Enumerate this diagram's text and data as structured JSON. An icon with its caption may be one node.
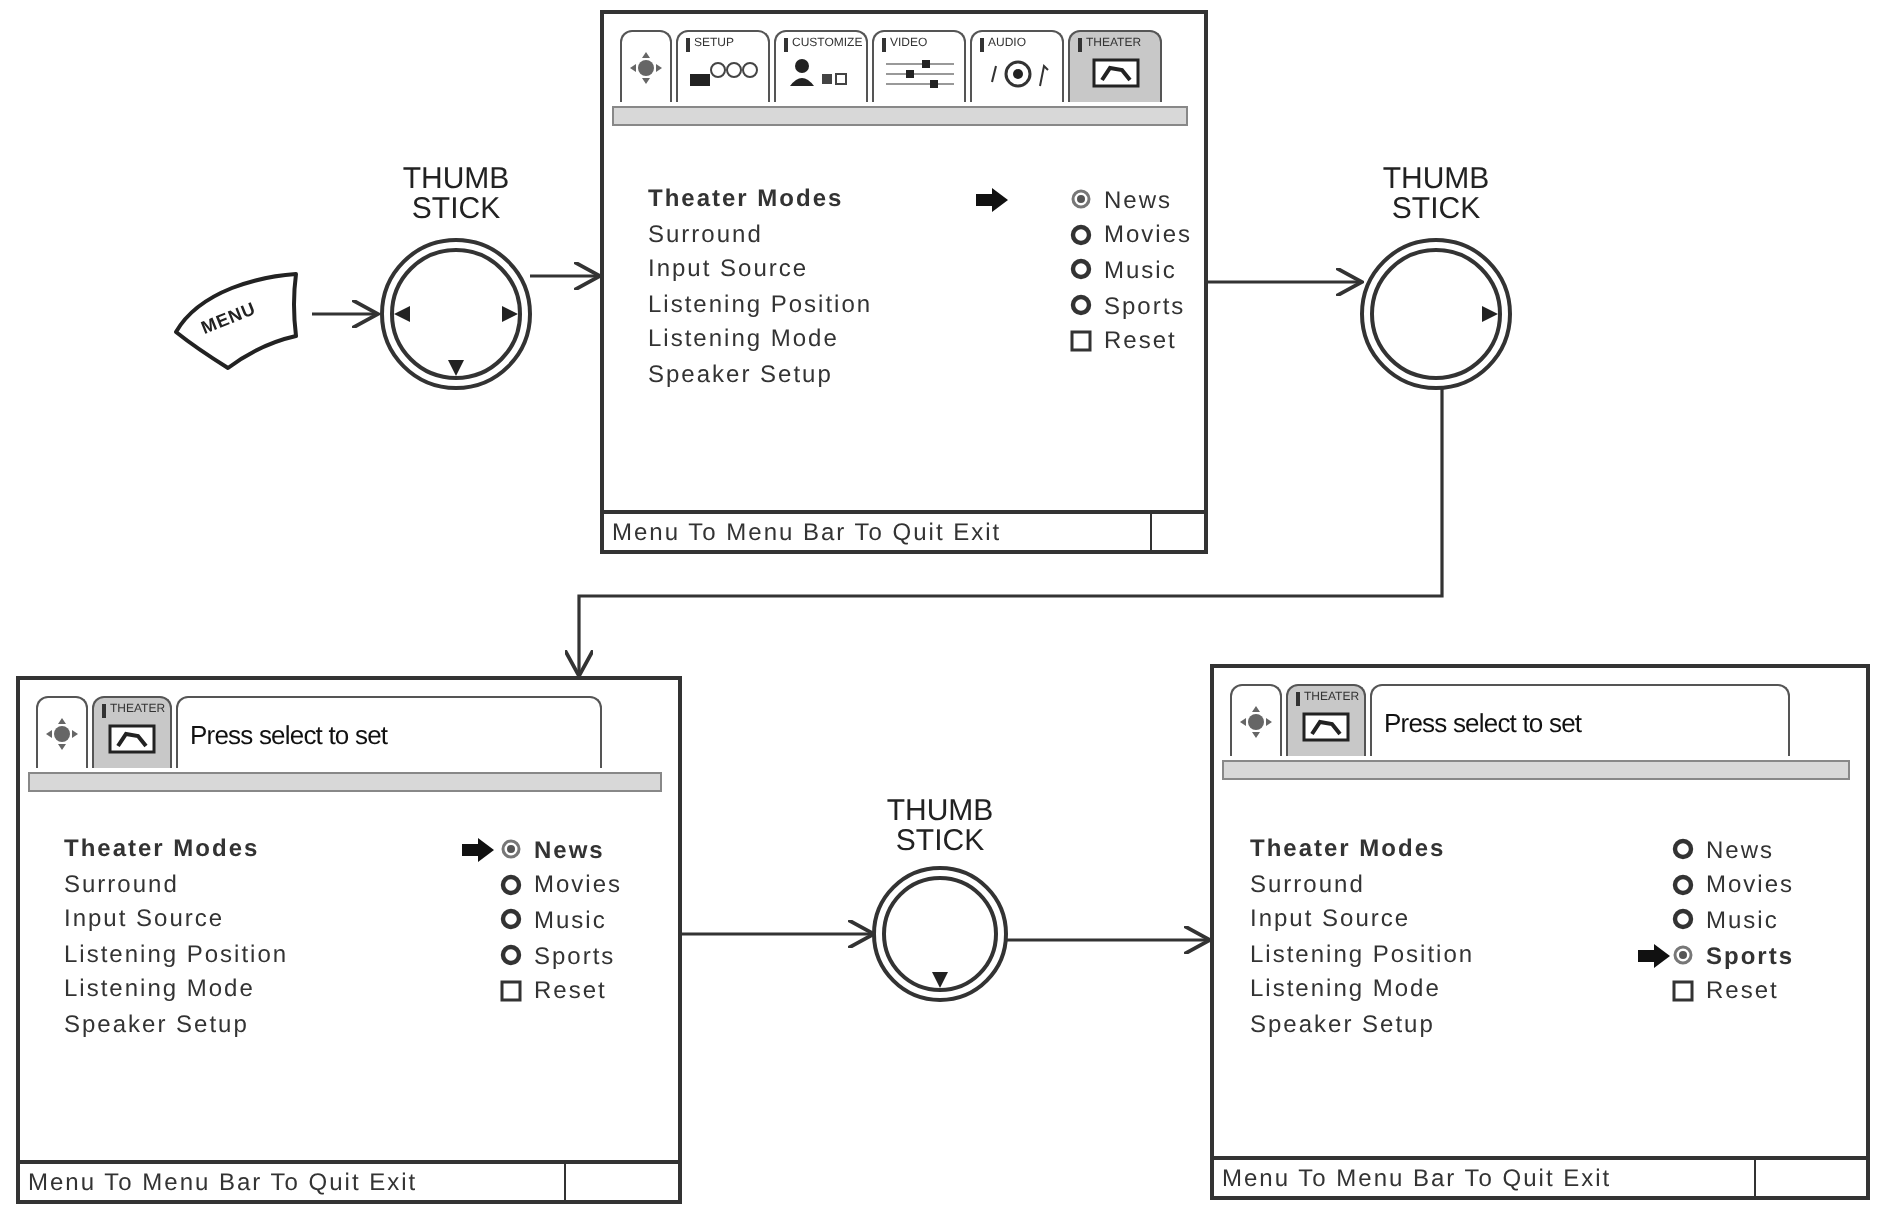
{
  "diagram": {
    "nodes": [
      {
        "text": [
          "MENU"
        ]
      },
      {
        "text": [
          "THUMB STICK"
        ]
      },
      {
        "text": [
          "SETUP",
          "CUSTOMIZE",
          "VIDEO",
          "AUDIO",
          "THEATER",
          "Theater Modes",
          "Surround",
          "Input Source",
          "Listening Position",
          "Listening Mode",
          "Speaker Setup",
          "News",
          "Movies",
          "Music",
          "Sports",
          "Reset",
          "Menu To Menu Bar To Quit Exit"
        ]
      },
      {
        "text": [
          "THUMB STICK"
        ]
      },
      {
        "text": [
          "THEATER",
          "Press select to set",
          "Theater Modes",
          "Surround",
          "Input Source",
          "Listening Position",
          "Listening Mode",
          "Speaker Setup",
          "News",
          "Movies",
          "Music",
          "Sports",
          "Reset",
          "Menu To Menu Bar To Quit Exit"
        ]
      },
      {
        "text": [
          "THUMB STICK"
        ]
      },
      {
        "text": [
          "THEATER",
          "Press select to set",
          "Theater Modes",
          "Surround",
          "Input Source",
          "Listening Position",
          "Listening Mode",
          "Speaker Setup",
          "News",
          "Movies",
          "Music",
          "Sports",
          "Reset",
          "Menu To Menu Bar To Quit Exit"
        ]
      }
    ],
    "edges": [
      {
        "from": 0,
        "to": 1,
        "arrow": "to"
      },
      {
        "from": 1,
        "to": 2,
        "arrow": "to"
      },
      {
        "from": 2,
        "to": 3,
        "arrow": "to"
      },
      {
        "from": 3,
        "to": 4,
        "arrow": "to"
      },
      {
        "from": 4,
        "to": 5,
        "arrow": "to"
      },
      {
        "from": 5,
        "to": 6,
        "arrow": "to"
      }
    ]
  }
}
